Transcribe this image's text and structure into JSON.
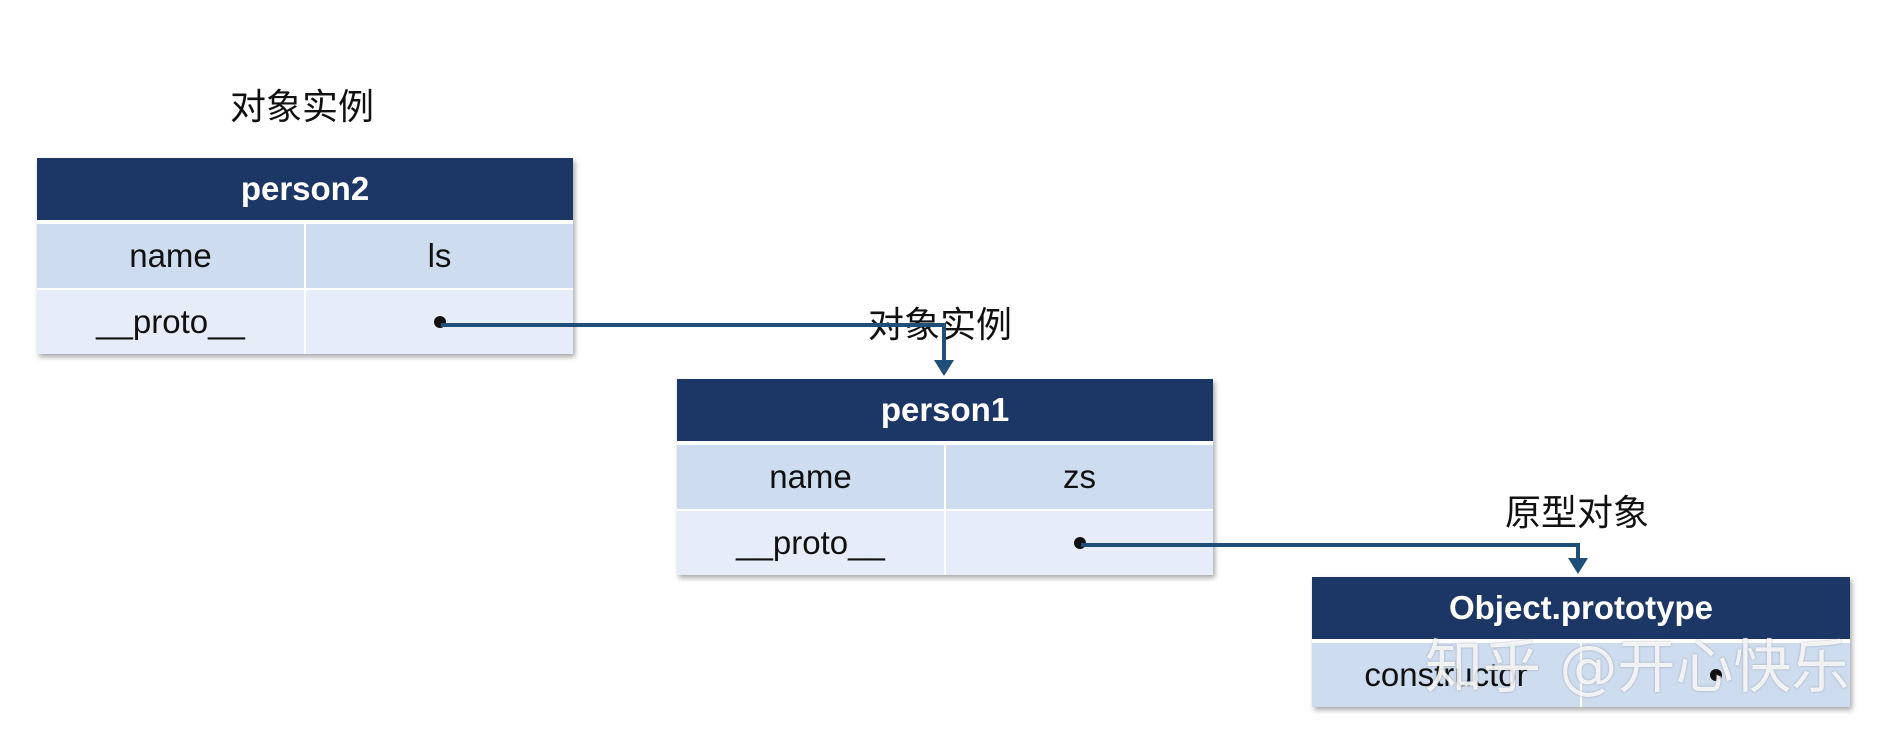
{
  "labels": {
    "person2_caption": "对象实例",
    "person1_caption": "对象实例",
    "prototype_caption": "原型对象"
  },
  "person2": {
    "title": "person2",
    "rows": [
      {
        "key": "name",
        "value": "ls"
      },
      {
        "key": "__proto__",
        "value": ""
      }
    ]
  },
  "person1": {
    "title": "person1",
    "rows": [
      {
        "key": "name",
        "value": "zs"
      },
      {
        "key": "__proto__",
        "value": ""
      }
    ]
  },
  "object_prototype": {
    "title": "Object.prototype",
    "rows": [
      {
        "key": "constructor",
        "value": ""
      }
    ]
  },
  "watermark": "知乎 @开心快乐",
  "colors": {
    "header": "#1c3666",
    "row_dark": "#cedcf0",
    "row_light": "#e6edf8",
    "arrow": "#1f4e79"
  }
}
